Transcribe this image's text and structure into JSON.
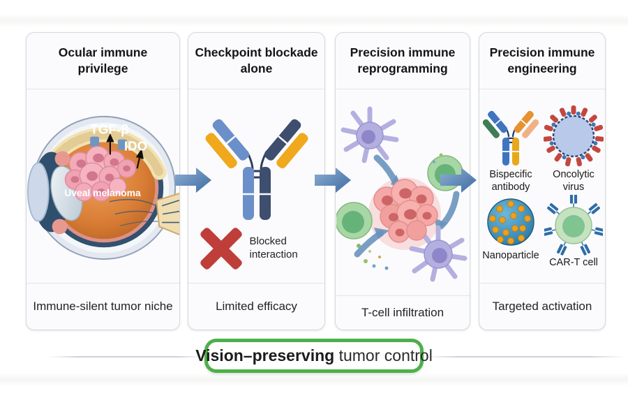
{
  "figure": {
    "banner": {
      "bold": "Vision–preserving",
      "rest": " tumor control"
    }
  },
  "panels": [
    {
      "title": "Ocular immune privilege",
      "caption": "Immune-silent tumor niche",
      "labels": {
        "tgfb": "TGF-β",
        "ido": "IDO",
        "tumor": "Uveal melanoma"
      }
    },
    {
      "title": "Checkpoint blockade alone",
      "caption": "Limited efficacy",
      "blocked_label": "Blocked interaction"
    },
    {
      "title": "Precision immune reprogramming",
      "caption": "T-cell infiltration"
    },
    {
      "title": "Precision immune engineering",
      "caption": "Targeted activation",
      "items": [
        {
          "label": "Bispecific antibody"
        },
        {
          "label": "Oncolytic virus"
        },
        {
          "label": "Nanoparticle"
        },
        {
          "label": "CAR-T cell"
        }
      ]
    }
  ],
  "colors": {
    "arrow_blue": "#4a74a5",
    "banner_green": "#4db04a",
    "blocked_red": "#bf3e39",
    "antibody_light_blue": "#6b8fc9",
    "antibody_navy": "#3d4e6e",
    "antibody_yellow": "#f0a81c",
    "tumor_pink": "#f3abb8",
    "tcell_green": "#a8d6a4",
    "dendritic_purple": "#b3b0e0"
  }
}
